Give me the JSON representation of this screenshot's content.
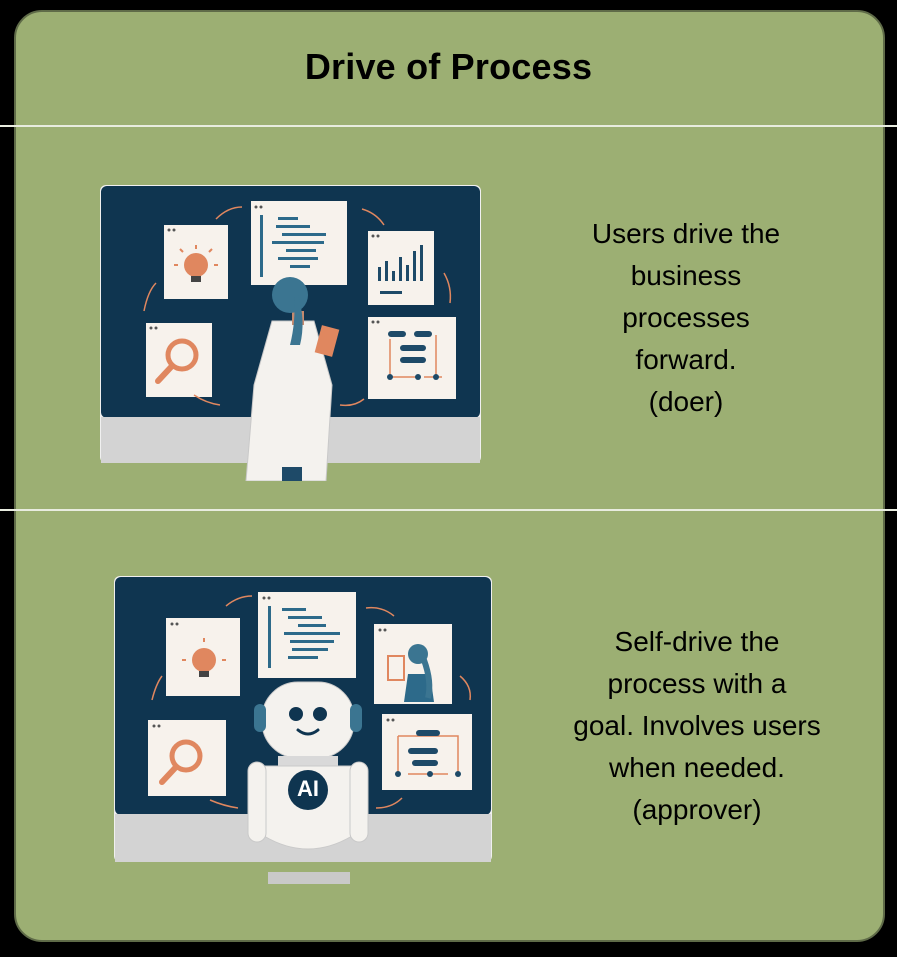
{
  "title": "Drive of Process",
  "rows": [
    {
      "caption_lines": [
        "Users drive the",
        "business",
        "processes",
        "forward.",
        "(doer)"
      ],
      "figure": "human-user"
    },
    {
      "caption_lines": [
        "Self-drive the",
        "process with a",
        "goal. Involves users",
        "when needed.",
        "(approver)"
      ],
      "figure": "ai-robot",
      "robot_chest_label": "AI"
    }
  ],
  "colors": {
    "background": "#9caf73",
    "screen": "#0f3550",
    "accent": "#e0875f",
    "panel": "#f7f2ec",
    "code": "#2d6a8a"
  }
}
